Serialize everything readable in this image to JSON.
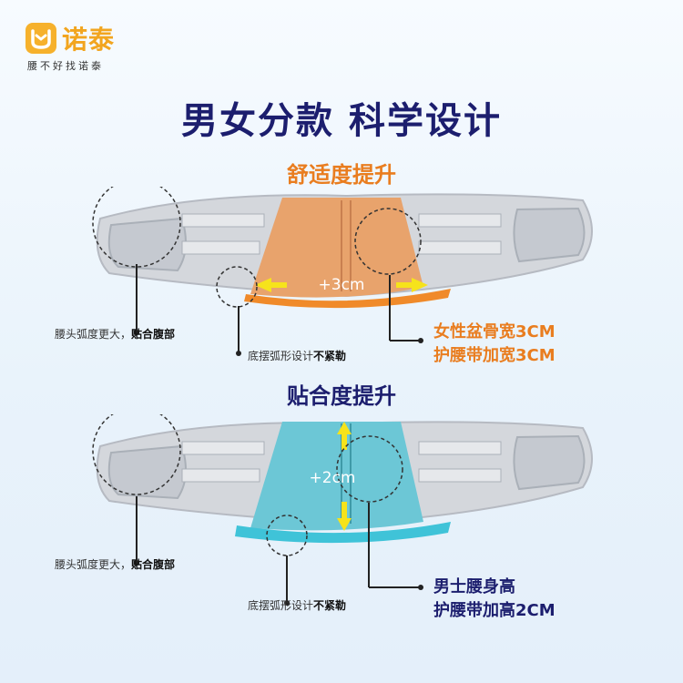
{
  "brand": {
    "name": "诺泰",
    "slogan": "腰不好找诺泰",
    "accent": "#f2a51f"
  },
  "main_title": "男女分款 科学设计",
  "sections": [
    {
      "title": "舒适度提升",
      "measure_label": "+3cm",
      "panel_color": "#e8a36c",
      "note_left": {
        "text": "腰头弧度更大，",
        "bold": "贴合腹部"
      },
      "note_bottom": {
        "text": "底摆弧形设计",
        "bold": "不紧勒"
      },
      "highlight": [
        "女性盆骨宽3CM",
        "护腰带加宽3CM"
      ]
    },
    {
      "title": "贴合度提升",
      "measure_label": "+2cm",
      "panel_color": "#6cc7d6",
      "note_left": {
        "text": "腰头弧度更大，",
        "bold": "贴合腹部"
      },
      "note_bottom": {
        "text": "底摆弧形设计",
        "bold": "不紧勒"
      },
      "highlight": [
        "男士腰身高",
        "护腰带加高2CM"
      ]
    }
  ],
  "icons": [
    "logo-smile-icon",
    "arrow-left-icon",
    "arrow-right-icon",
    "arrow-up-icon",
    "arrow-down-icon"
  ]
}
